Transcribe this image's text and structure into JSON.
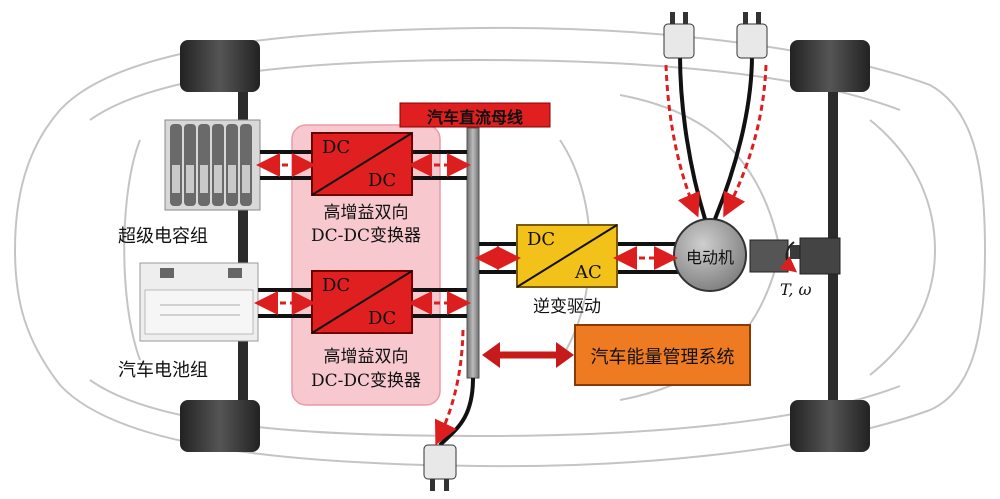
{
  "bus_label": "汽车直流母线",
  "supercap": {
    "label": "超级电容组"
  },
  "battery": {
    "label": "汽车电池组"
  },
  "converter_top": {
    "in": "DC",
    "out": "DC",
    "caption_line1": "高增益双向",
    "caption_line2": "DC-DC变换器"
  },
  "converter_bottom": {
    "in": "DC",
    "out": "DC",
    "caption_line1": "高增益双向",
    "caption_line2": "DC-DC变换器"
  },
  "inverter": {
    "in": "DC",
    "out": "AC",
    "caption": "逆变驱动"
  },
  "motor": {
    "label": "电动机"
  },
  "torque_label": "T, ω",
  "ems": {
    "label": "汽车能量管理系统"
  },
  "colors": {
    "converter": "#e02020",
    "inverter": "#f2c21a",
    "ems": "#ee7a22",
    "bus": "#8a8a8a",
    "highlight": "#f4b7bf",
    "arrow": "#dd1e1e"
  }
}
